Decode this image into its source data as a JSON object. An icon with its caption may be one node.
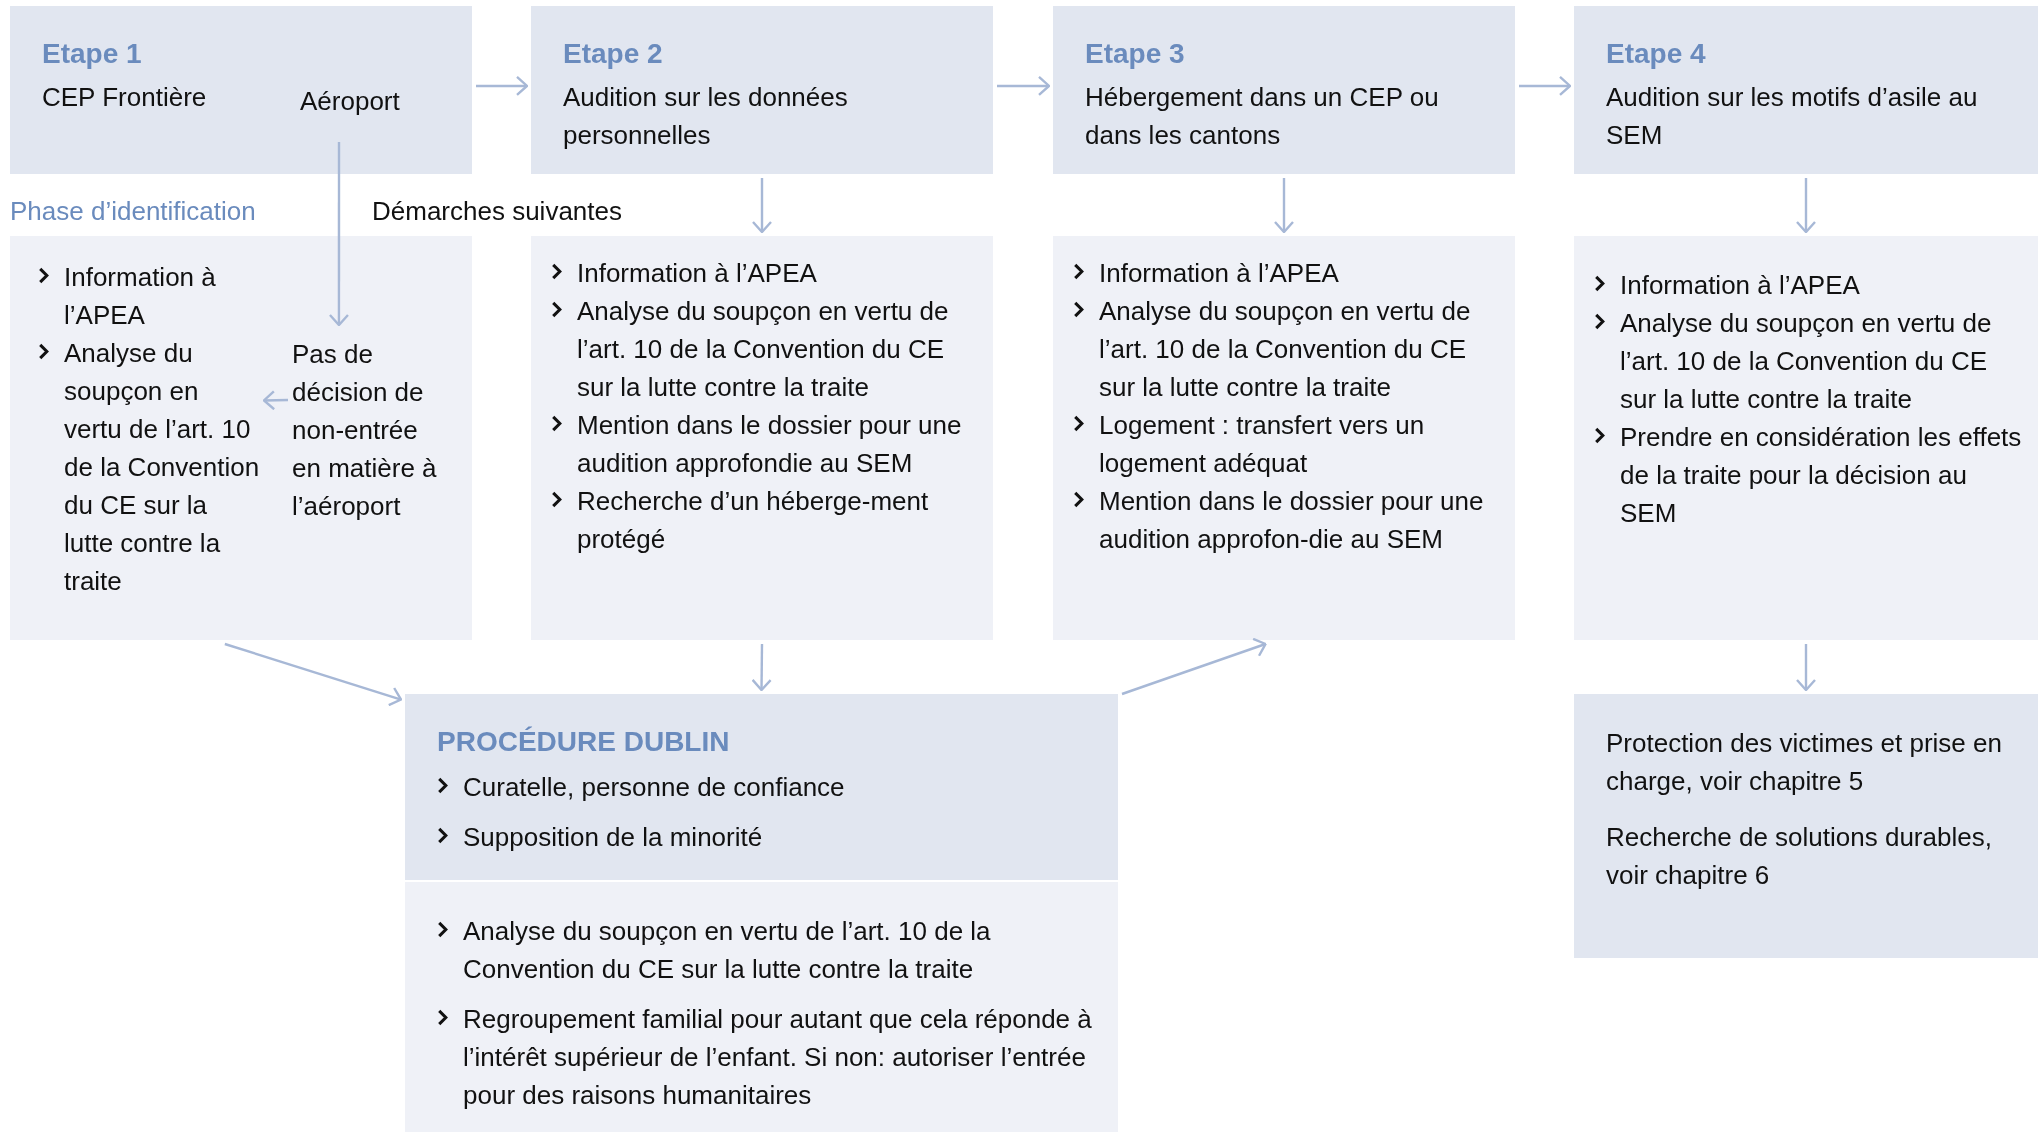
{
  "diagram": {
    "nodes": [
      {
        "text": [
          "Etape 1",
          "CEP Frontière"
        ]
      },
      {
        "text": [
          "Aéroport"
        ],
        "in": 0
      },
      {
        "text": [],
        "shape": "box"
      },
      {
        "text": [
          "Information à l’APEA",
          "Analyse du soupçon en vertu de l’art. 10 de la Convention du CE sur la lutte contre la traite"
        ],
        "in": 2
      },
      {
        "text": [
          "Pas de décision de non-entrée en matière à l’aéroport"
        ],
        "in": 2
      },
      {
        "text": [
          "Etape 2",
          "Audition sur les données personnelles"
        ]
      },
      {
        "text": [
          "Information à l’APEA",
          "Analyse du soupçon en vertu de l’art. 10 de la Convention du CE sur la lutte contre la traite",
          "Mention dans le dossier pour une audition approfondie au SEM",
          "Recherche  d’un héberge-ment protégé"
        ]
      },
      {
        "text": [
          "Etape 3",
          "Hébergement dans un CEP ou dans les cantons"
        ]
      },
      {
        "text": [
          "Information à l’APEA",
          "Analyse du soupçon en vertu de l’art. 10 de la Convention du CE sur la lutte contre la traite",
          "Logement : transfert vers un logement adéquat",
          "Mention dans le dossier pour une audition approfon-die au SEM"
        ]
      },
      {
        "text": [
          "Etape 4",
          "Audition sur les motifs d’asile au SEM"
        ]
      },
      {
        "text": [
          "Information à l’APEA",
          "Analyse du soupçon en vertu de l’art. 10 de la Convention du CE sur la lutte contre la traite",
          "Prendre en considération les effets de la traite pour la décision au SEM"
        ]
      },
      {
        "text": [
          "PROCÉDURE DUBLIN",
          "Curatelle, personne de confiance",
          "Supposition de la minorité"
        ]
      },
      {
        "text": [
          "Analyse du soupçon en vertu de l’art. 10 de la Convention du CE sur la lutte contre la traite",
          "Regroupement familial pour autant que cela réponde à l’intérêt supérieur de l’enfant.  Si non: autoriser l’entrée pour des raisons humanitaires"
        ]
      },
      {
        "text": [
          "Protection des victimes et prise en charge, voir chapitre 5",
          "Recherche de solutions durables, voir chapitre 6"
        ]
      }
    ],
    "edges": [
      {
        "from": 0,
        "to": 5,
        "arrow": "to"
      },
      {
        "from": 5,
        "to": 7,
        "arrow": "to"
      },
      {
        "from": 7,
        "to": 9,
        "arrow": "to"
      },
      {
        "from": 1,
        "to": 4,
        "arrow": "to"
      },
      {
        "from": 4,
        "to": 3,
        "arrow": "to"
      },
      {
        "from": 5,
        "to": 6,
        "arrow": "to"
      },
      {
        "from": 7,
        "to": 8,
        "arrow": "to"
      },
      {
        "from": 9,
        "to": 10,
        "arrow": "to"
      },
      {
        "from": 2,
        "to": 11,
        "arrow": "to"
      },
      {
        "from": 6,
        "to": 11,
        "arrow": "to"
      },
      {
        "from": 11,
        "to": 8,
        "arrow": "to"
      },
      {
        "from": 10,
        "to": 13,
        "arrow": "to"
      }
    ],
    "labels": [
      "Phase d’identification",
      "Démarches suivantes"
    ]
  }
}
